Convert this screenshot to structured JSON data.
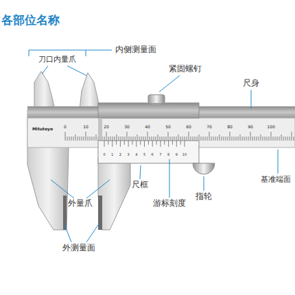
{
  "diagram": {
    "title": "各部位名称",
    "labels": [
      "内侧测量面",
      "刀口内量爪",
      "紧固螺钉",
      "尺身",
      "尺框",
      "游标刻度",
      "指轮",
      "基准端面",
      "外量爪",
      "外测量面",
      "Mitutoyo",
      "0",
      "10",
      "20",
      "30",
      "40",
      "50",
      "60",
      "70",
      "80",
      "90",
      "100",
      "0",
      "1",
      "2",
      "3",
      "4",
      "5",
      "6",
      "7",
      "8",
      "9",
      "10"
    ]
  }
}
